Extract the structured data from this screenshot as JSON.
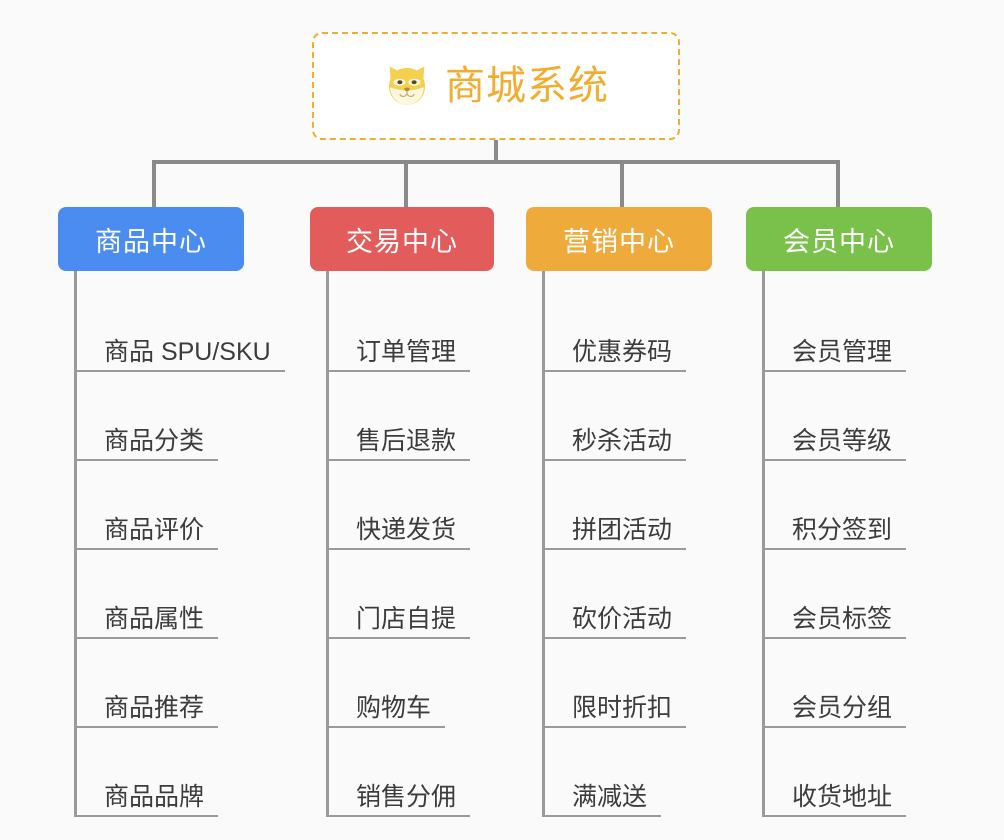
{
  "page": {
    "background_color": "#fafafa",
    "type": "mindmap"
  },
  "root": {
    "title": "商城系统",
    "icon": "shiba-dog-face-icon",
    "text_color": "#f0ad2e",
    "border_color": "#f0ad2e",
    "background_color": "#ffffff"
  },
  "branches": [
    {
      "label": "商品中心",
      "color": "#4a8cf0",
      "items": [
        "商品 SPU/SKU",
        "商品分类",
        "商品评价",
        "商品属性",
        "商品推荐",
        "商品品牌"
      ]
    },
    {
      "label": "交易中心",
      "color": "#e25c5c",
      "items": [
        "订单管理",
        "售后退款",
        "快递发货",
        "门店自提",
        "购物车",
        "销售分佣"
      ]
    },
    {
      "label": "营销中心",
      "color": "#eeab3c",
      "items": [
        "优惠券码",
        "秒杀活动",
        "拼团活动",
        "砍价活动",
        "限时折扣",
        "满减送"
      ]
    },
    {
      "label": "会员中心",
      "color": "#79c council",
      "items": [
        "会员管理",
        "会员等级",
        "积分签到",
        "会员标签",
        "会员分组",
        "收货地址"
      ]
    }
  ],
  "connector_color": "#8a8a8a",
  "leaf_line_color": "#9a9a9a",
  "leaf_text_color": "#3c3c3c"
}
